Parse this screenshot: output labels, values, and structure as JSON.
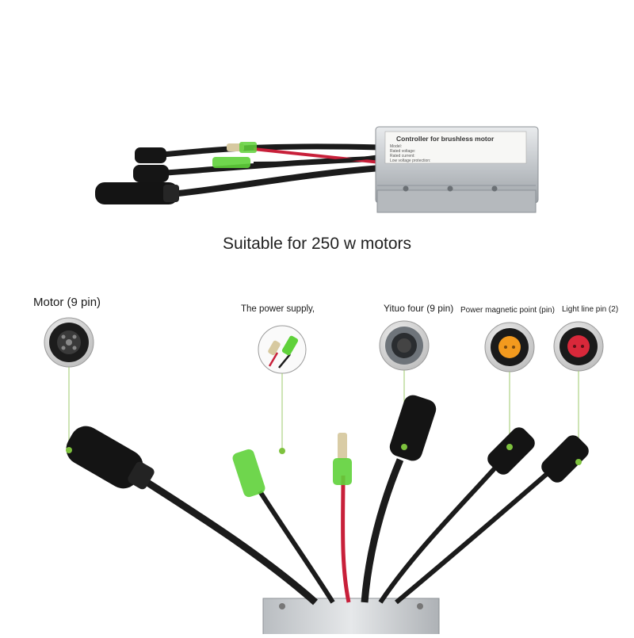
{
  "caption": "Suitable for 250 w motors",
  "controller_label": {
    "title": "Controller for brushless motor",
    "lines": [
      "Model:",
      "Rated voltage:",
      "Rated current:",
      "Low voltage protection:"
    ]
  },
  "connectors": [
    {
      "label": "Motor (9 pin)",
      "icon": "motor-connector-icon"
    },
    {
      "label": "The power supply,",
      "icon": "power-plug-icon"
    },
    {
      "label": "Yituo four (9 pin)",
      "icon": "yituo-connector-icon"
    },
    {
      "label": "Power magnetic point (pin)",
      "icon": "magnetic-connector-icon"
    },
    {
      "label": "Light line pin (2)",
      "icon": "light-connector-icon"
    }
  ],
  "colors": {
    "cable": "#1b1b1b",
    "red_wire": "#c8203a",
    "green_sleeve": "#5fd13a",
    "aluminum": "#c9cdd1",
    "accent_dot": "#7ec23e",
    "orange_pin": "#f39a1e",
    "red_pin": "#d8283a"
  }
}
